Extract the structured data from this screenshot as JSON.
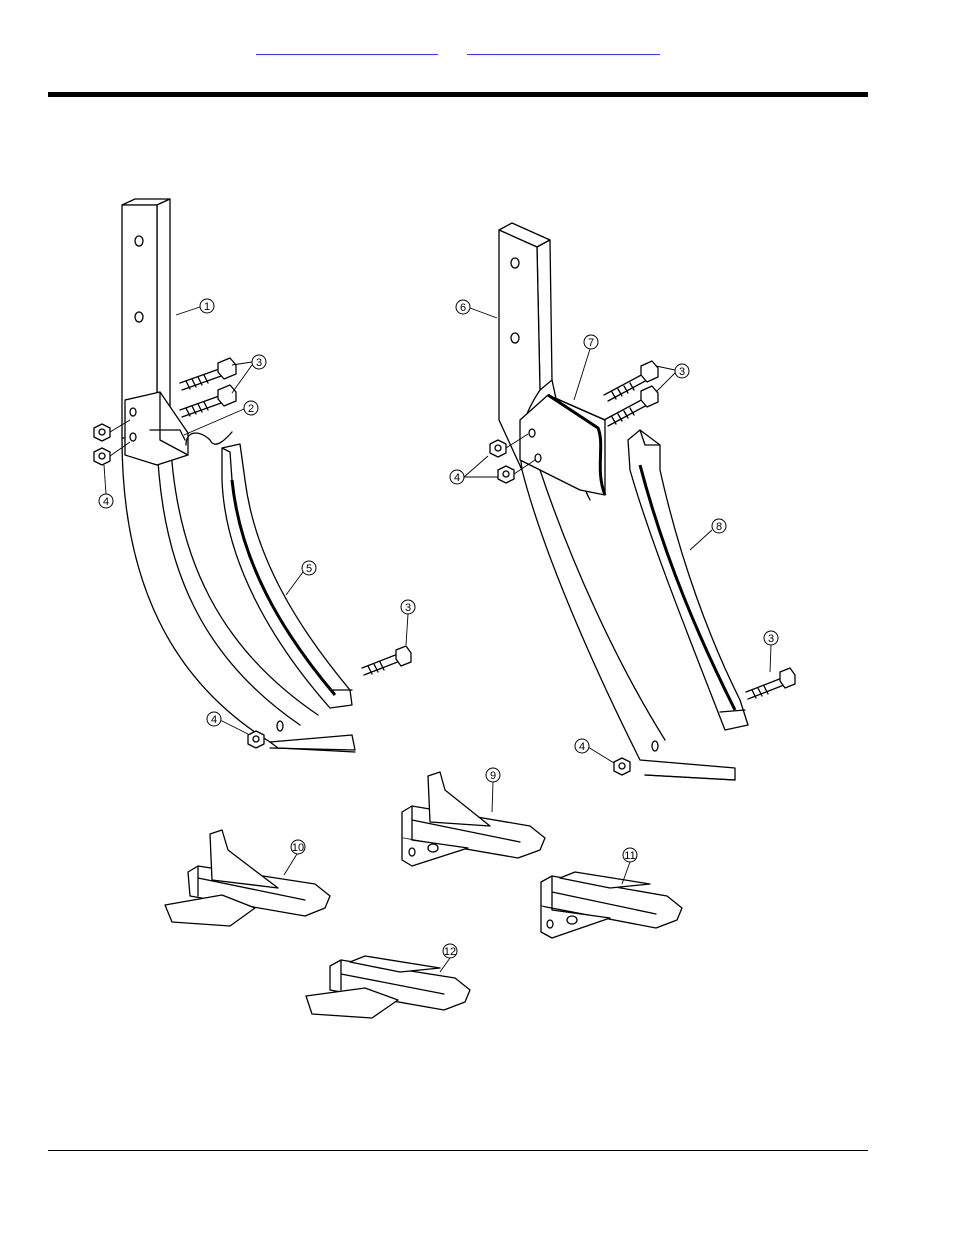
{
  "header": {
    "links": [
      {
        "id": "link-1",
        "text": ""
      },
      {
        "id": "link-2",
        "text": ""
      }
    ]
  },
  "diagram": {
    "callouts": [
      {
        "key": "c1",
        "label": "1"
      },
      {
        "key": "c2",
        "label": "2"
      },
      {
        "key": "c3a",
        "label": "3"
      },
      {
        "key": "c4a",
        "label": "4"
      },
      {
        "key": "c5",
        "label": "5"
      },
      {
        "key": "c3b",
        "label": "3"
      },
      {
        "key": "c4b",
        "label": "4"
      },
      {
        "key": "c6",
        "label": "6"
      },
      {
        "key": "c7",
        "label": "7"
      },
      {
        "key": "c3c",
        "label": "3"
      },
      {
        "key": "c4c",
        "label": "4"
      },
      {
        "key": "c8",
        "label": "8"
      },
      {
        "key": "c3d",
        "label": "3"
      },
      {
        "key": "c4d",
        "label": "4"
      },
      {
        "key": "c9",
        "label": "9"
      },
      {
        "key": "c10",
        "label": "10"
      },
      {
        "key": "c11",
        "label": "11"
      },
      {
        "key": "c12",
        "label": "12"
      }
    ]
  }
}
